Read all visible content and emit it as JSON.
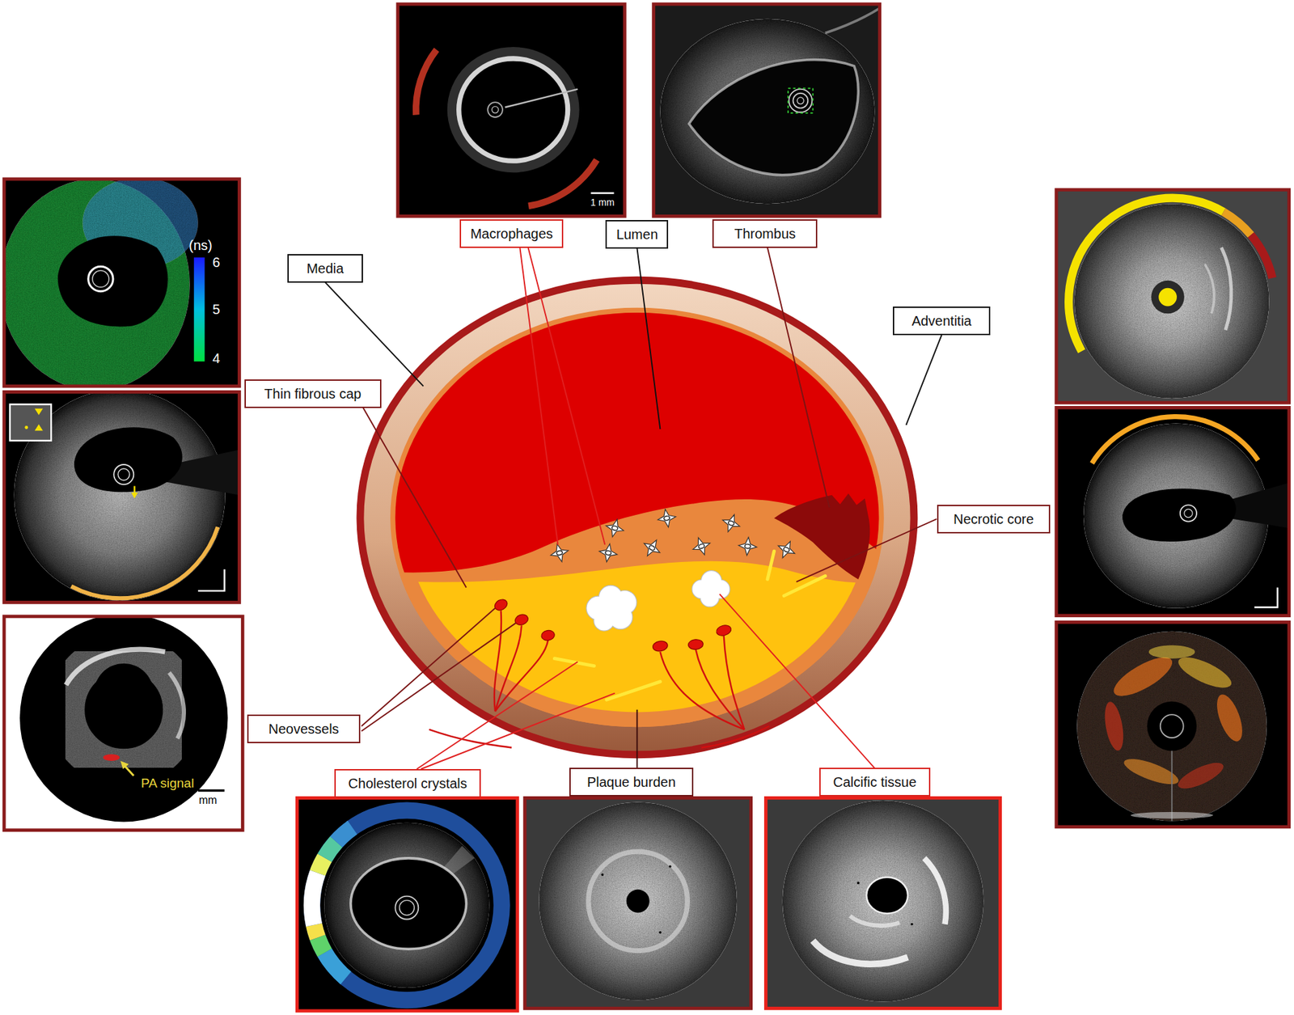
{
  "diagram": {
    "nodes": [
      {
        "text": [
          "Macrophages"
        ]
      },
      {
        "text": [
          "Lumen"
        ]
      },
      {
        "text": [
          "Thrombus"
        ]
      },
      {
        "text": [
          "Media"
        ]
      },
      {
        "text": [
          "Adventitia"
        ]
      },
      {
        "text": [
          "Thin fibrous cap"
        ]
      },
      {
        "text": [
          "Necrotic core"
        ]
      },
      {
        "text": [
          "Neovessels"
        ]
      },
      {
        "text": [
          "Cholesterol crystals"
        ]
      },
      {
        "text": [
          "Plaque burden"
        ]
      },
      {
        "text": [
          "Calcific tissue"
        ]
      }
    ],
    "labels": [
      "(ns)",
      "6",
      "5",
      "4",
      "1 mm",
      "PA signal",
      "mm"
    ]
  }
}
